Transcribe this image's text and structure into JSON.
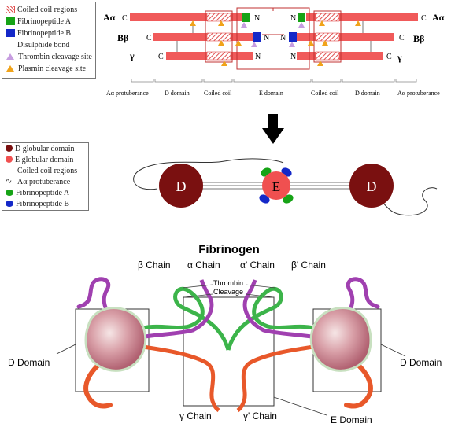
{
  "top_legend": {
    "items": [
      {
        "label": "Coiled coil regions",
        "icon": "hatched-square-icon"
      },
      {
        "label": "Fibrinopeptide A",
        "icon": "green-square-icon",
        "color": "#16a316"
      },
      {
        "label": "Fibrinopeptide B",
        "icon": "blue-square-icon",
        "color": "#1428c8"
      },
      {
        "label": "Disulphide bond",
        "icon": "line-icon"
      },
      {
        "label": "Thrombin cleavage site",
        "icon": "purple-triangle-icon",
        "color": "#c79de0"
      },
      {
        "label": "Plasmin cleavage site",
        "icon": "orange-triangle-icon",
        "color": "#f0a31a"
      }
    ]
  },
  "chains": {
    "aa_label": "Aα",
    "bb_label": "Bβ",
    "g_label": "γ",
    "c": "C",
    "n": "N"
  },
  "domains": {
    "aa_protuberance": "Aα protuberance",
    "d_domain": "D domain",
    "coiled_coil": "Coiled coil",
    "e_domain": "E domain"
  },
  "mid_legend": {
    "items": [
      {
        "label": "D globular domain",
        "icon": "dark-red-circle-icon",
        "color": "#7a1010"
      },
      {
        "label": "E globular domain",
        "icon": "red-circle-icon",
        "color": "#f05050"
      },
      {
        "label": "Coiled coil regions",
        "icon": "triple-line-icon"
      },
      {
        "label": "Aα protuberance",
        "icon": "wave-icon"
      },
      {
        "label": "Fibrinopeptide A",
        "icon": "green-blob-icon",
        "color": "#16a316"
      },
      {
        "label": "Fibrinopeptide B",
        "icon": "blue-blob-icon",
        "color": "#1428c8"
      }
    ]
  },
  "middle_diagram": {
    "d_label": "D",
    "e_label": "E"
  },
  "bottom": {
    "title": "Fibrinogen",
    "beta_chain": "β Chain",
    "alpha_chain": "α Chain",
    "alpha_prime_chain": "α' Chain",
    "beta_prime_chain": "β' Chain",
    "thrombin_cleavage": "Thrombin\nCleavage",
    "d_domain": "D Domain",
    "gamma_chain": "γ Chain",
    "gamma_prime_chain": "γ' Chain",
    "e_domain": "E Domain"
  },
  "colors": {
    "chain_red": "#f05a5a",
    "purple_chain": "#a040b0",
    "green_chain": "#3cb44a",
    "orange_chain": "#e8582a"
  }
}
